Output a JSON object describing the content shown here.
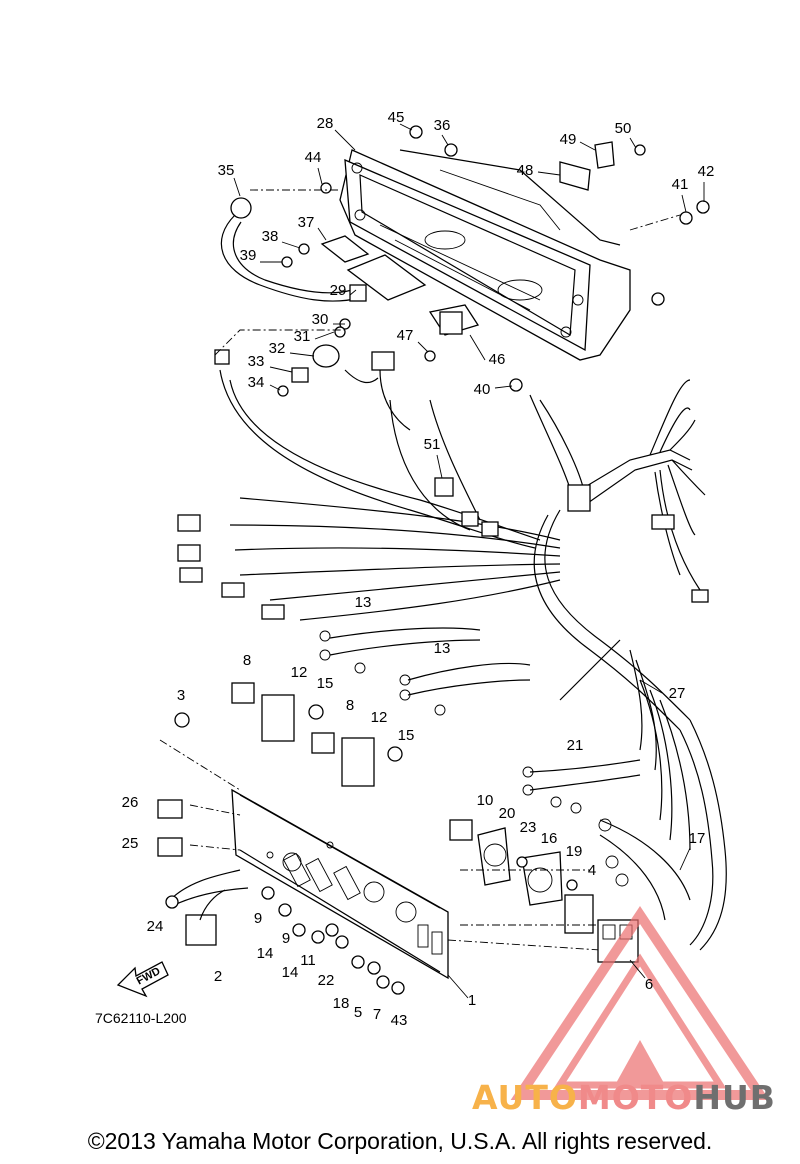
{
  "diagram_code": "7C62110-L200",
  "fwd_label": "FWD",
  "copyright": "©2013 Yamaha Motor Corporation, U.S.A. All rights reserved.",
  "watermark": {
    "part1": "AUTO",
    "part2": "MOTO",
    "part3": "HUB",
    "colors": {
      "auto": "#f7b24a",
      "moto": "#f08a8a",
      "hub": "#6f6f6f",
      "logo": "#ec6f6f"
    }
  },
  "callouts": [
    "1",
    "2",
    "3",
    "4",
    "5",
    "6",
    "7",
    "8",
    "9",
    "10",
    "11",
    "12",
    "13",
    "14",
    "15",
    "16",
    "17",
    "18",
    "19",
    "20",
    "21",
    "22",
    "23",
    "24",
    "25",
    "26",
    "27",
    "28",
    "29",
    "30",
    "31",
    "32",
    "33",
    "34",
    "35",
    "36",
    "37",
    "38",
    "39",
    "40",
    "41",
    "42",
    "43",
    "44",
    "45",
    "46",
    "47",
    "48",
    "49",
    "50",
    "51"
  ]
}
